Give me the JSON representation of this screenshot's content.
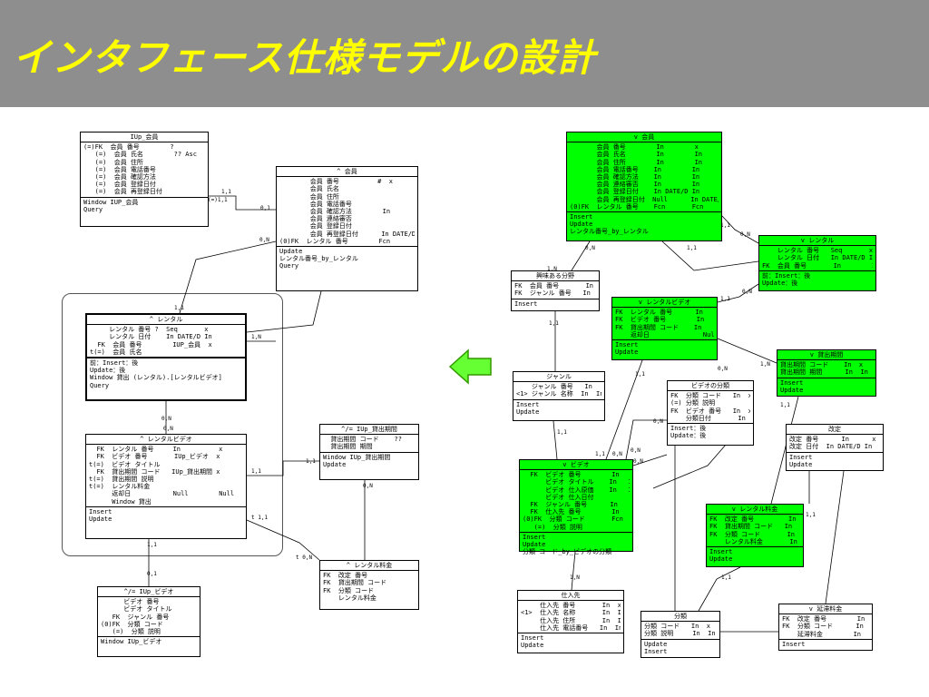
{
  "title": "インタフェース仕様モデルの設計",
  "colors": {
    "header_bg": "#8e8e8e",
    "title": "#ffff00",
    "green": "#00ff00",
    "arrow": "#66ff33"
  },
  "left": {
    "iup_kaiin": {
      "title": "IUp_会員",
      "rows": [
        "(=)FK  会員 番号        ?",
        "   (=)  会員 氏名        ?? Asc",
        "   (=)  会員 住所",
        "   (=)  会員 電話番号",
        "   (=)  会員 確認方法",
        "   (=)  会員 登録日付",
        "   (=)  会員 再登録日付"
      ],
      "sec2": [
        "Window IUP_会員",
        "Query"
      ]
    },
    "kaiin": {
      "title": "^ 会員",
      "rows": [
        "        会員 番号          #  x",
        "        会員 氏名",
        "        会員 住所",
        "        会員 電話番号",
        "        会員 確認方法        In",
        "        会員 連絡審否",
        "        会員 登録日付",
        "        会員 再登録日付      In DATE/D",
        "(0)FK  レンタル 番号        Fcn"
      ],
      "sec2": [
        "Update",
        "レンタル番号_by_レンタル",
        "Query"
      ]
    },
    "rental": {
      "title": "^ レンタル",
      "rows": [
        "     レンタル 番号 ?  Seq       x",
        "     レンタル 日付    In DATE/D In",
        "  FK  会員 番号        IUP_会員  x",
        "t(=)  会員 氏名"
      ],
      "sec2": [
        "前：Insert：後",
        "Update：後",
        "Window 貸出 (レンタル).[レンタルビデオ]",
        "Query"
      ]
    },
    "rental_video": {
      "title": "^ レンタルビデオ",
      "rows": [
        "  FK  レンタル 番号     In          x",
        "  FK  ビデオ 番号       IUp_ビデオ  x",
        "t(=)  ビデオ タイトル",
        "  FK  貸出期間 コード   IUp_貸出期間 x",
        "t(=)  貸出期間 説明",
        "t(=)  レンタル料金",
        "      返却日           Null        Null",
        "      Window 貸出"
      ],
      "sec2": [
        "Insert",
        "Update"
      ]
    },
    "iup_kashidashi": {
      "title": "^/= IUp_貸出期間",
      "rows": [
        "  貸出期間 コード    ??",
        "  貸出期間 期間"
      ],
      "sec2": [
        "Window IUp_貸出期間",
        "Update"
      ]
    },
    "rental_ryokin": {
      "title": "^ レンタル料金",
      "rows": [
        "FK  改定 番号",
        "FK  貸出期間 コード",
        "FK  分類 コード",
        "    レンタル料金"
      ],
      "sec2": []
    },
    "iup_video": {
      "title": "^/= IUp_ビデオ",
      "rows": [
        "      ビデオ 番号",
        "      ビデオ タイトル",
        "   FK  ジャンル 番号",
        "(0)FK  分類 コード",
        "   (=)  分類 説明"
      ],
      "sec2": [
        "Window IUp_ビデオ"
      ]
    }
  },
  "right": {
    "v_kaiin": {
      "title": "v 会員",
      "rows": [
        "       会員 番号        In        x",
        "       会員 氏名        In        In",
        "       会員 住所        In        In",
        "       会員 電話番号    In        In",
        "       会員 確認方法    In        In",
        "       会員 連絡審否    In        In",
        "       会員 登録日付    In DATE/D In",
        "       会員 再登録日付  Null      In DATE/D",
        "(0)FK  レンタル 番号    Fcn       Fcn"
      ],
      "sec2": [
        "Insert",
        "Update",
        "レンタル番号_by_レンタル"
      ]
    },
    "v_rental": {
      "title": "v レンタル",
      "rows": [
        "    レンタル 番号   Seq       x",
        "    レンタル 日付   In DATE/D In",
        "FK  会員 番号       In        In"
      ],
      "sec2": [
        "前：Insert：後",
        "Update：後"
      ]
    },
    "kyomi": {
      "title": "興味ある分野",
      "rows": [
        "FK  会員 番号       In",
        "FK  ジャンル 番号   In"
      ],
      "sec2": [
        "Insert"
      ]
    },
    "v_rental_video": {
      "title": "v レンタルビデオ",
      "rows": [
        "FK  レンタル 番号      In      x",
        "FK  ビデオ 番号        In      x",
        "FK  貸出期間 コード    In      x",
        "    返却日              Null    In"
      ],
      "sec2": [
        "Insert",
        "Update"
      ]
    },
    "v_kashidashi": {
      "title": "v 貸出期間",
      "rows": [
        "貸出期間 コード    In  x",
        "貸出期間 期間      In  In"
      ],
      "sec2": [
        "Insert",
        "Update"
      ]
    },
    "genre": {
      "title": "ジャンル",
      "rows": [
        "    ジャンル 番号   In",
        "<1> ジャンル 名称  In  In"
      ],
      "sec2": [
        "Insert",
        "Update"
      ]
    },
    "video_bunrui": {
      "title": "ビデオの分類",
      "rows": [
        "FK  分類 コード   In  x",
        "(=) 分類 説明",
        "FK  ビデオ 番号   In  x",
        "    分類日付       In  In"
      ],
      "sec2": [
        "Insert：後",
        "Update：後"
      ]
    },
    "kaitei": {
      "title": "改定",
      "rows": [
        "改定 番号      In      x",
        "改定 日付  In DATE/D In"
      ],
      "sec2": [
        "Insert",
        "Update"
      ]
    },
    "v_video": {
      "title": "v ビデオ",
      "rows": [
        "  FK  ビデオ 番号        In   x",
        "      ビデオ タイトル    In   In",
        "      ビデオ 仕入原価    In   In",
        "      ビデオ 仕入日付",
        "  FK  ジャンル 番号      In   In",
        "  FK  仕入先 番号        In   In",
        "(0)FK  分類 コード       Fcn  Fcn",
        "   (=)  分類 説明"
      ],
      "sec2": [
        "Insert",
        "Update",
        "分類 コード_by_ビデオの分類"
      ]
    },
    "v_rental_ryokin": {
      "title": "v レンタル料金",
      "rows": [
        "FK  改定 番号         In  x",
        "FK  貸出期間 コード   In  x",
        "FK  分類 コード       In  x",
        "    レンタル料金       In  In"
      ],
      "sec2": [
        "Insert",
        "Update"
      ]
    },
    "shiiresaki": {
      "title": "仕入先",
      "rows": [
        "     仕入先 番号       In  x",
        "<1>  仕入先 名称       In  In",
        "     仕入先 住所       In  In",
        "     仕入先 電話番号   In  In"
      ],
      "sec2": [
        "Insert",
        "Update"
      ]
    },
    "bunrui": {
      "title": "分類",
      "rows": [
        "分類 コード   In  x",
        "分類 説明     In  In"
      ],
      "sec2": [
        "Update",
        "Insert"
      ]
    },
    "v_entai": {
      "title": "v 延滞料金",
      "rows": [
        "FK  改定 番号        In  x",
        "FK  分類 コード      In  x",
        "    延滞料金        In  In"
      ],
      "sec2": [
        "Insert"
      ]
    }
  },
  "cardinality": [
    "1,1",
    "0,1",
    "0,N",
    "1,N",
    "(=)1,1",
    "t 1,1",
    "t 0,N",
    "1,1",
    "0,N",
    "0,N",
    "1,1",
    "0,1",
    "1,N",
    "0,N",
    "1,1",
    "1,1",
    "0,N",
    "1,1",
    "1,1",
    "0,N",
    "1,1",
    "0,N",
    "0,N",
    "1,N",
    "1,N",
    "1,1",
    "1,1",
    "1,1",
    "1,1",
    "0,N",
    "1,1",
    "0,N",
    "0,N",
    "0,N",
    "1,1",
    "1,1",
    "0,N",
    "1,1",
    "1,N"
  ]
}
